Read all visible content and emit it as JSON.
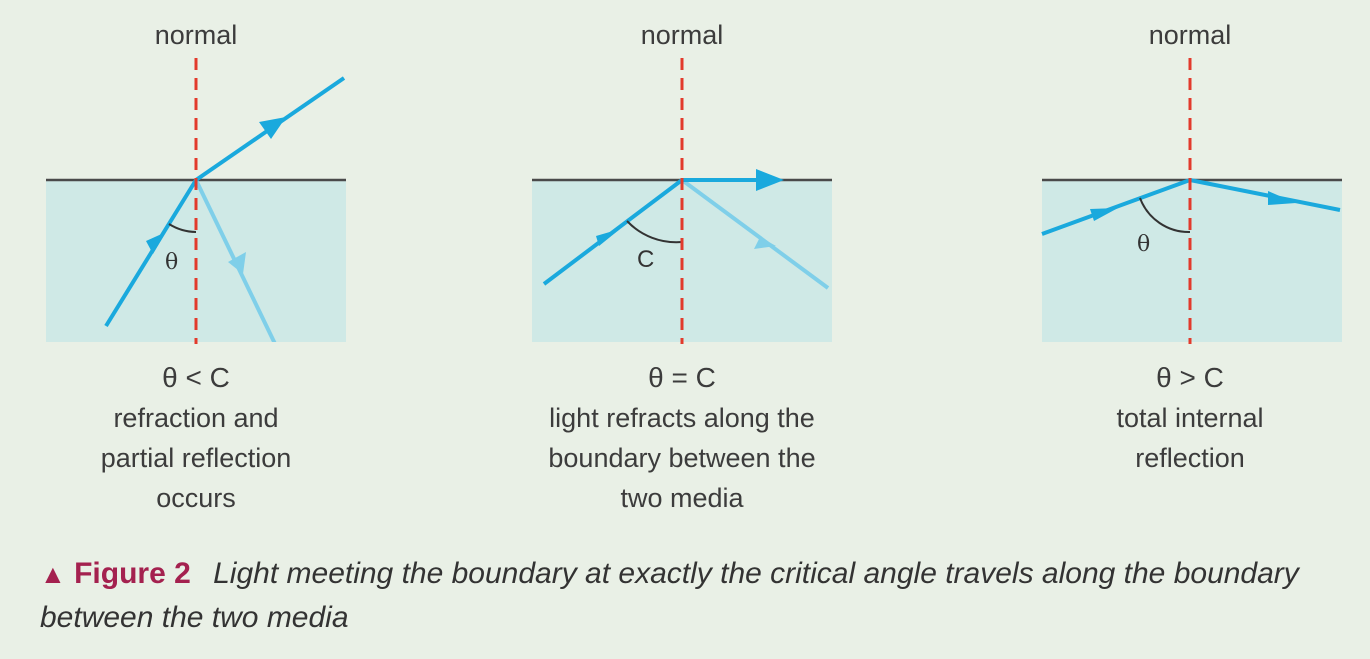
{
  "panels": [
    {
      "normal_label": "normal",
      "angle_label": "θ",
      "condition": "θ < C",
      "description_lines": [
        "refraction and",
        "partial reflection",
        "occurs"
      ]
    },
    {
      "normal_label": "normal",
      "angle_label": "C",
      "condition": "θ = C",
      "description_lines": [
        "light refracts along the",
        "boundary between the",
        "two media"
      ]
    },
    {
      "normal_label": "normal",
      "angle_label": "θ",
      "condition": "θ > C",
      "description_lines": [
        "total internal",
        "reflection"
      ]
    }
  ],
  "caption": {
    "marker": "▲",
    "figure_label": "Figure 2",
    "text": "Light meeting the boundary at exactly the critical angle travels along the boundary between the two media"
  },
  "colors": {
    "background": "#e9f0e6",
    "medium": "#cfe9e6",
    "ray": "#1aa9dd",
    "ray_faint": "#7fcfe9",
    "normal": "#e23a2c",
    "caption_accent": "#a4214f"
  }
}
